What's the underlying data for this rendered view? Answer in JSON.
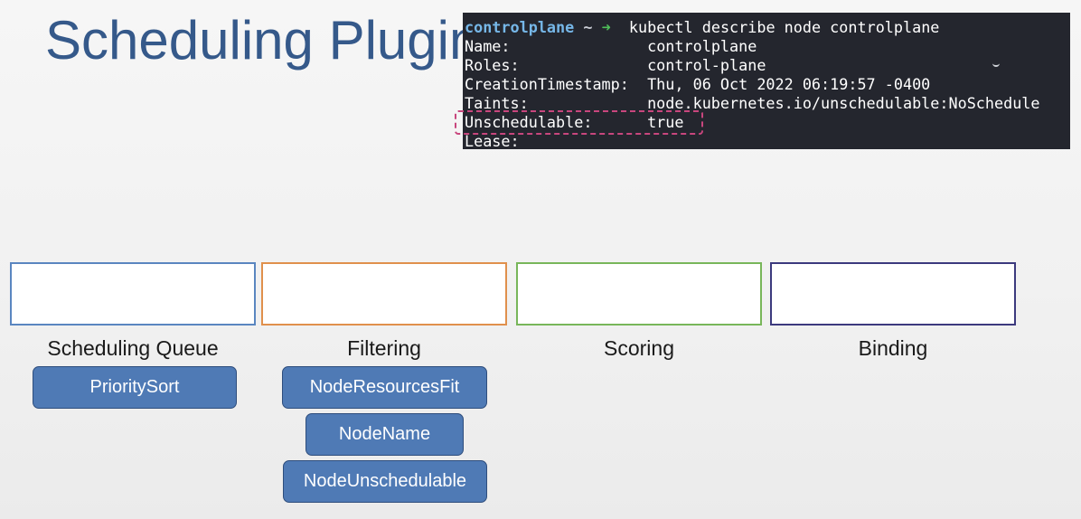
{
  "slide": {
    "title": "Scheduling Plugins"
  },
  "terminal": {
    "prompt_host": "controlplane",
    "prompt_tilde": "~",
    "prompt_arrow": "➜",
    "command": "kubectl describe node controlplane",
    "rows": [
      {
        "key": "Name:",
        "value": "controlplane"
      },
      {
        "key": "Roles:",
        "value": "control-plane"
      },
      {
        "key": "CreationTimestamp:",
        "value": "Thu, 06 Oct 2022 06:19:57 -0400"
      },
      {
        "key": "Taints:",
        "value": "node.kubernetes.io/unschedulable:NoSchedule"
      },
      {
        "key": "Unschedulable:",
        "value": "true"
      },
      {
        "key": "Lease:",
        "value": ""
      }
    ],
    "highlighted_row": "Unschedulable:"
  },
  "stages": [
    {
      "label": "Scheduling Queue",
      "color": "#5a86c0"
    },
    {
      "label": "Filtering",
      "color": "#e0904c"
    },
    {
      "label": "Scoring",
      "color": "#78b65a"
    },
    {
      "label": "Binding",
      "color": "#3c3a7e"
    }
  ],
  "plugins": {
    "queue": [
      "PrioritySort"
    ],
    "filtering": [
      "NodeResourcesFit",
      "NodeName",
      "NodeUnschedulable"
    ]
  },
  "colors": {
    "title": "#35598a",
    "terminal_bg": "#24262e",
    "plugin_fill": "#4f7ab5",
    "highlight": "#c8467d"
  }
}
